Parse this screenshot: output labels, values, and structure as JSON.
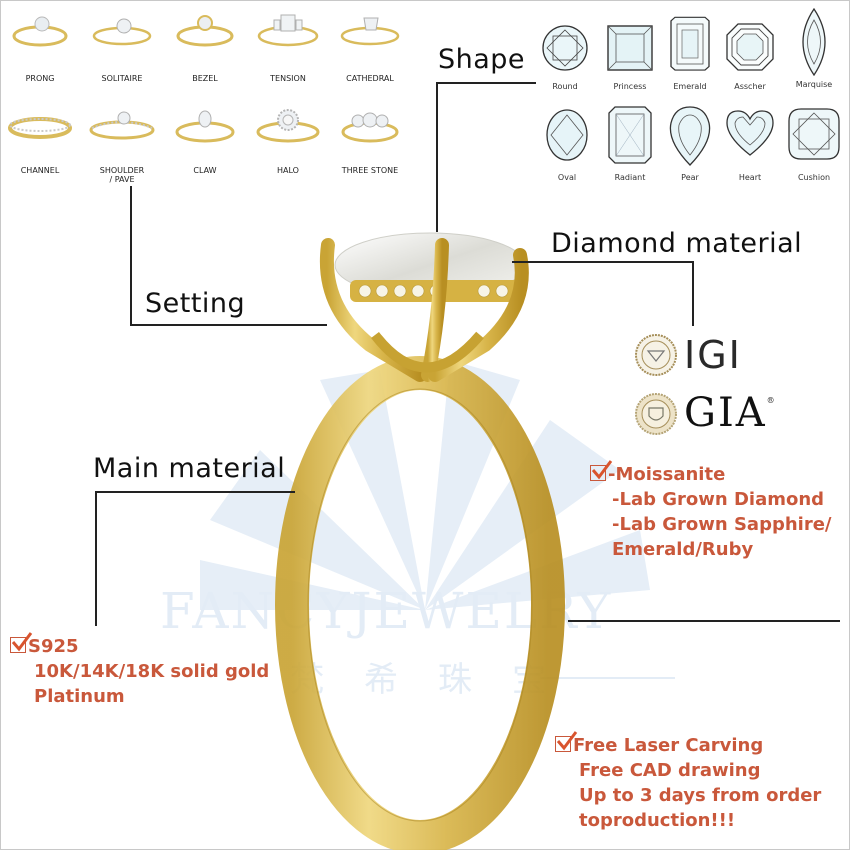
{
  "settings": {
    "items": [
      {
        "label": "PRONG"
      },
      {
        "label": "SOLITAIRE"
      },
      {
        "label": "BEZEL"
      },
      {
        "label": "TENSION"
      },
      {
        "label": "CATHEDRAL"
      },
      {
        "label": "CHANNEL"
      },
      {
        "label": "SHOULDER\n/ PAVE"
      },
      {
        "label": "CLAW"
      },
      {
        "label": "HALO"
      },
      {
        "label": "THREE STONE"
      }
    ]
  },
  "shapes": {
    "items": [
      {
        "label": "Round"
      },
      {
        "label": "Princess"
      },
      {
        "label": "Emerald"
      },
      {
        "label": "Asscher"
      },
      {
        "label": "Marquise"
      },
      {
        "label": "Oval"
      },
      {
        "label": "Radiant"
      },
      {
        "label": "Pear"
      },
      {
        "label": "Heart"
      },
      {
        "label": "Cushion"
      }
    ]
  },
  "callouts": {
    "shape": "Shape",
    "diamond_material": "Diamond material",
    "setting": "Setting",
    "main_material": "Main material"
  },
  "certifications": {
    "igi": "IGI",
    "gia": "GIA",
    "gia_registered": "®"
  },
  "diamond_options": {
    "lines": [
      "-Moissanite",
      "-Lab Grown Diamond",
      "-Lab Grown Sapphire/",
      "Emerald/Ruby"
    ]
  },
  "metal_options": {
    "lines": [
      "S925",
      "10K/14K/18K solid gold",
      "Platinum"
    ]
  },
  "services": {
    "lines": [
      "Free Laser Carving",
      "Free CAD drawing",
      "Up to 3 days from order",
      "toproduction!!!"
    ]
  },
  "watermark": {
    "text": "FANCYJEWELRY",
    "chinese": "梵希珠宝"
  },
  "colors": {
    "accent_orange": "#c9583b",
    "gold": "#d8b54a",
    "watermark_blue": "#e3ecf6",
    "text_dark": "#111111"
  }
}
